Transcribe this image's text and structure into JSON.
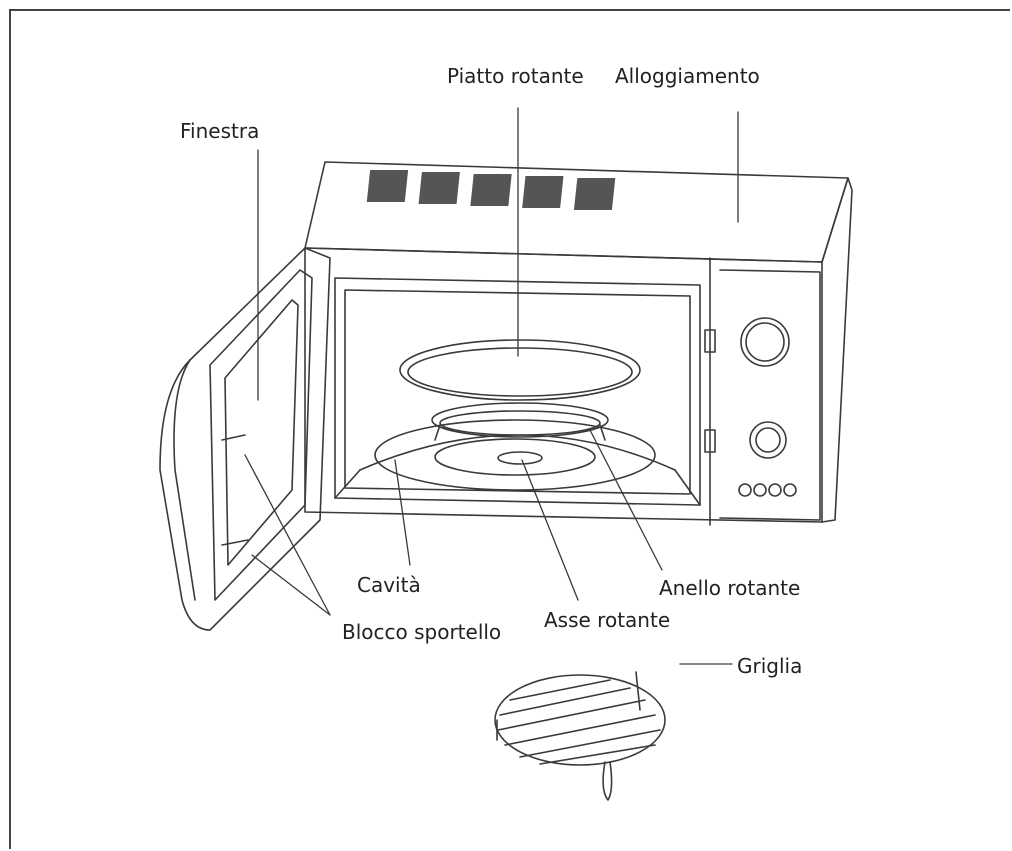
{
  "labels": {
    "piatto_rotante": "Piatto rotante",
    "alloggiamento": "Alloggiamento",
    "finestra": "Finestra",
    "cavita": "Cavità",
    "anello_rotante": "Anello rotante",
    "blocco_sportello": "Blocco sportello",
    "asse_rotante": "Asse rotante",
    "griglia": "Griglia"
  },
  "colors": {
    "line": "#3a3a3a",
    "vent": "#555555",
    "text": "#222222",
    "background": "#ffffff"
  }
}
